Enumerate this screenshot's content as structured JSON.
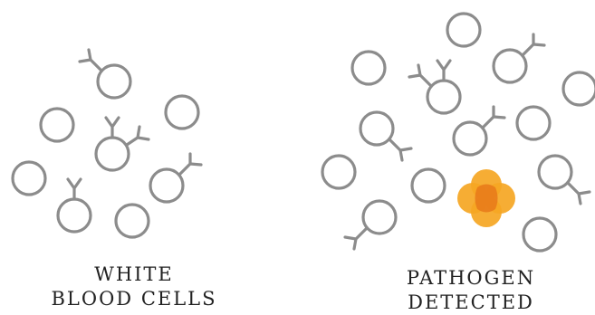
{
  "captions": {
    "left": {
      "line1": "WHITE",
      "line2": "BLOOD CELLS"
    },
    "right": {
      "line1": "PATHOGEN",
      "line2": "DETECTED"
    }
  },
  "colors": {
    "cell_stroke": "#8c8c8c",
    "pathogen_light": "#f5a623",
    "pathogen_dark": "#e8791a",
    "caption_text": "#222222"
  },
  "icons": [
    "white-blood-cell-icon",
    "antibody-receptor-icon",
    "pathogen-icon"
  ]
}
